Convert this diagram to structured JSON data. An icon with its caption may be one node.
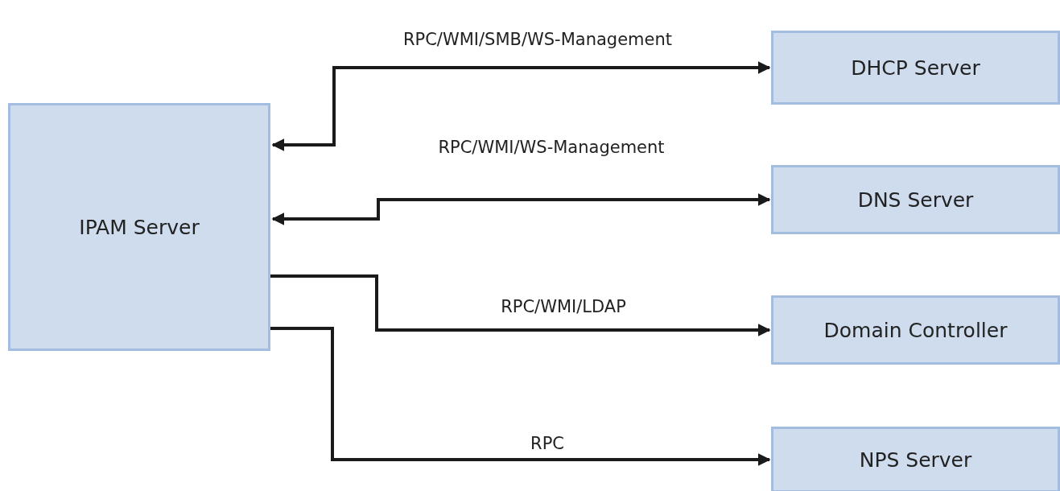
{
  "diagram": {
    "nodes": [
      {
        "text": [
          "IPAM Server"
        ]
      },
      {
        "text": [
          "DHCP Server"
        ]
      },
      {
        "text": [
          "DNS Server"
        ]
      },
      {
        "text": [
          "Domain Controller"
        ]
      },
      {
        "text": [
          "NPS Server"
        ]
      }
    ],
    "edges": [
      {
        "from": 0,
        "to": 1,
        "arrow": "both",
        "label": "RPC/WMI/SMB/WS-Management"
      },
      {
        "from": 0,
        "to": 2,
        "arrow": "both",
        "label": "RPC/WMI/WS-Management"
      },
      {
        "from": 0,
        "to": 3,
        "arrow": "to",
        "label": "RPC/WMI/LDAP"
      },
      {
        "from": 0,
        "to": 4,
        "arrow": "to",
        "label": "RPC"
      }
    ]
  }
}
